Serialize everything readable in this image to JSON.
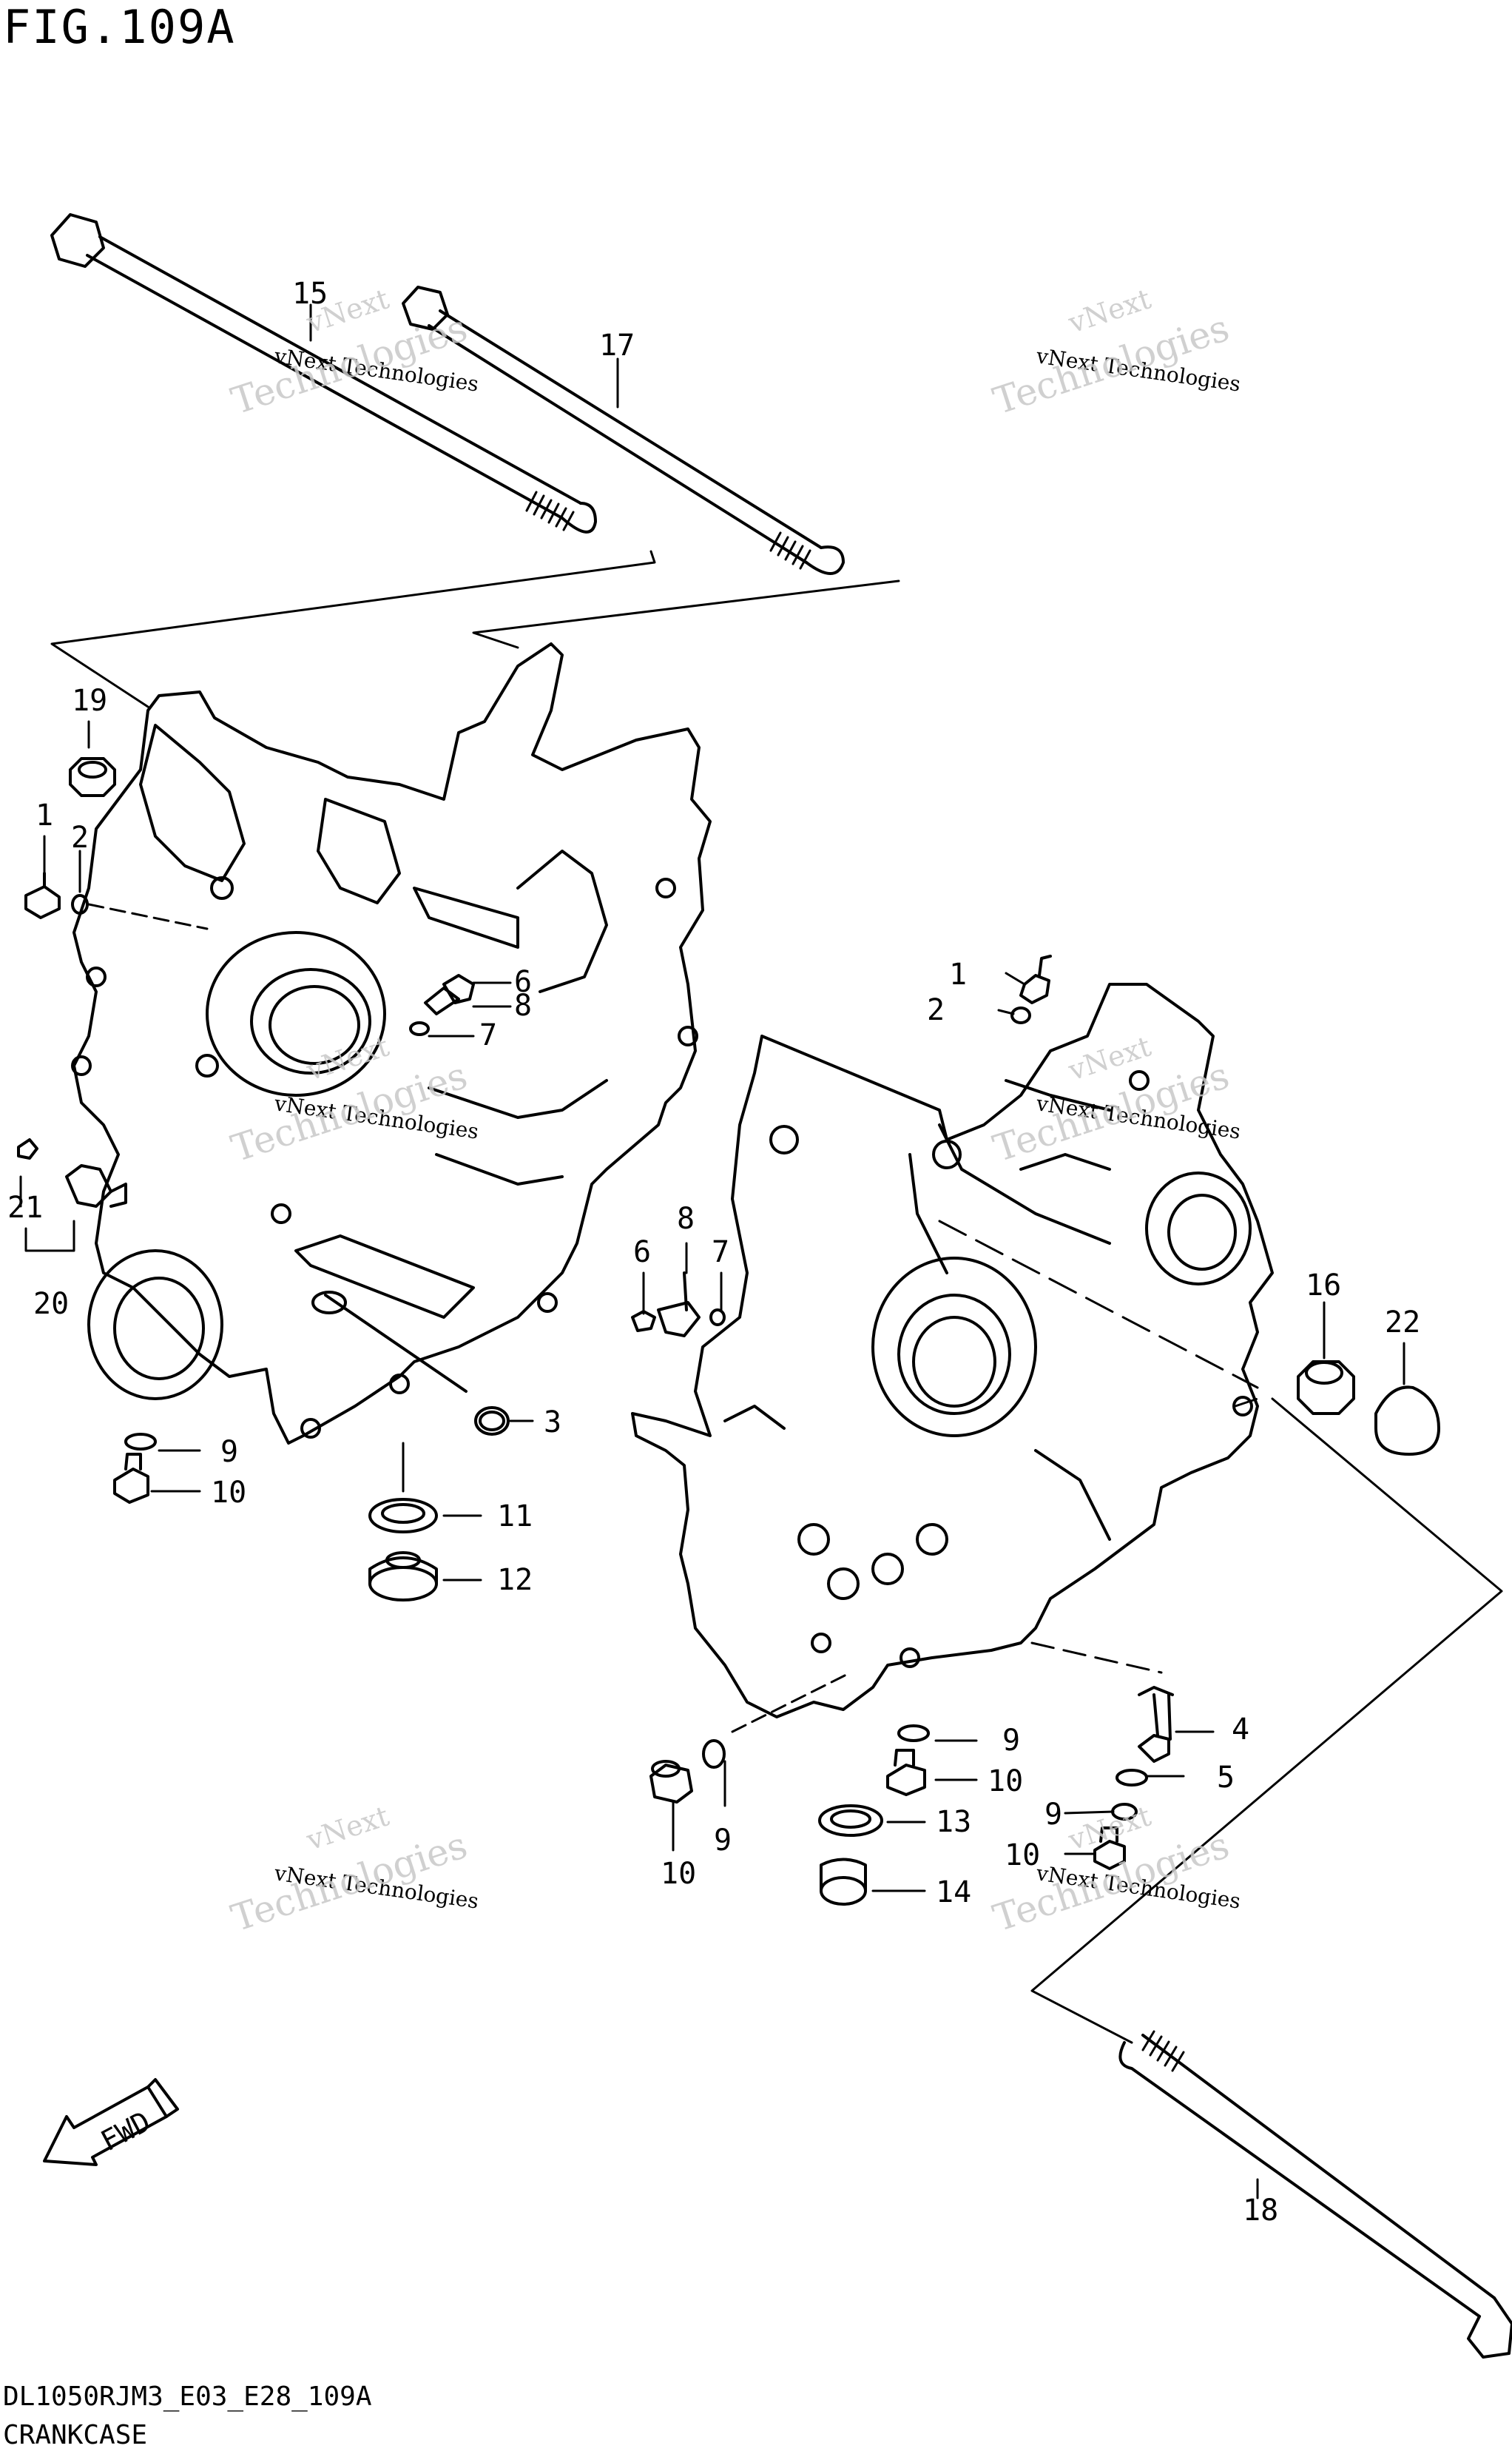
{
  "figure": {
    "title": "FIG.109A",
    "code": "DL1050RJM3_E03_E28_109A",
    "name": "CRANKCASE"
  },
  "watermark": {
    "line1": "vNext",
    "line2": "vNext Technologies",
    "line3": "Technologies"
  },
  "fwd_label": "FWD",
  "callouts": [
    {
      "id": "c15",
      "label": "15"
    },
    {
      "id": "c17",
      "label": "17"
    },
    {
      "id": "c19",
      "label": "19"
    },
    {
      "id": "c1a",
      "label": "1"
    },
    {
      "id": "c2a",
      "label": "2"
    },
    {
      "id": "c6a",
      "label": "6"
    },
    {
      "id": "c8a",
      "label": "8"
    },
    {
      "id": "c7a",
      "label": "7"
    },
    {
      "id": "c21",
      "label": "21"
    },
    {
      "id": "c20",
      "label": "20"
    },
    {
      "id": "c3",
      "label": "3"
    },
    {
      "id": "c9a",
      "label": "9"
    },
    {
      "id": "c10a",
      "label": "10"
    },
    {
      "id": "c11",
      "label": "11"
    },
    {
      "id": "c12",
      "label": "12"
    },
    {
      "id": "c1b",
      "label": "1"
    },
    {
      "id": "c2b",
      "label": "2"
    },
    {
      "id": "c8b",
      "label": "8"
    },
    {
      "id": "c6b",
      "label": "6"
    },
    {
      "id": "c7b",
      "label": "7"
    },
    {
      "id": "c16",
      "label": "16"
    },
    {
      "id": "c22",
      "label": "22"
    },
    {
      "id": "c4",
      "label": "4"
    },
    {
      "id": "c5",
      "label": "5"
    },
    {
      "id": "c9b",
      "label": "9"
    },
    {
      "id": "c10b",
      "label": "10"
    },
    {
      "id": "c9c",
      "label": "9"
    },
    {
      "id": "c10c",
      "label": "10"
    },
    {
      "id": "c13",
      "label": "13"
    },
    {
      "id": "c14",
      "label": "14"
    },
    {
      "id": "c9d",
      "label": "9"
    },
    {
      "id": "c10d",
      "label": "10"
    },
    {
      "id": "c18",
      "label": "18"
    }
  ]
}
